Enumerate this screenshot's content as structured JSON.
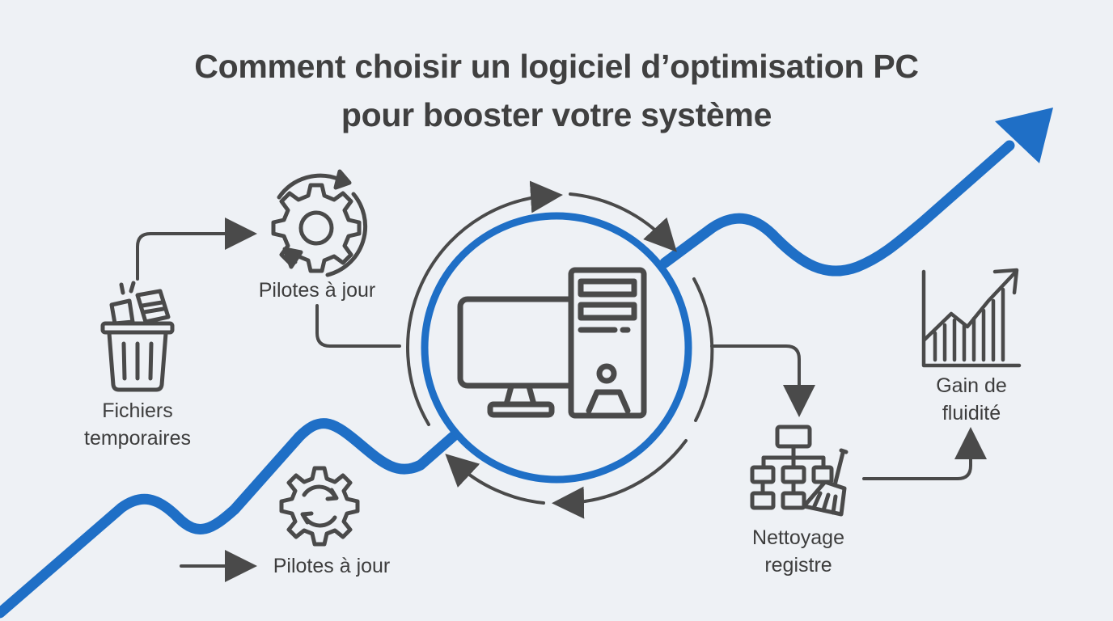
{
  "title": {
    "line1": "Comment choisir un logiciel d’optimisation PC",
    "line2": "pour booster votre système"
  },
  "nodes": {
    "temp_files": {
      "line1": "Fichiers",
      "line2": "temporaires",
      "icon": "trash-bin-icon"
    },
    "drivers_top": {
      "label": "Pilotes à jour",
      "icon": "gear-refresh-icon"
    },
    "drivers_bottom": {
      "label": "Pilotes à jour",
      "icon": "gear-sync-icon"
    },
    "registry": {
      "line1": "Nettoyage",
      "line2": "registre",
      "icon": "registry-broom-icon"
    },
    "fluidity": {
      "line1": "Gain de",
      "line2": "fluidité",
      "icon": "growth-chart-icon"
    },
    "center": {
      "icon": "desktop-computer-icon"
    }
  },
  "colors": {
    "accent_blue": "#1f6fc6",
    "ink": "#4a4a4a",
    "background": "#eef1f5"
  }
}
